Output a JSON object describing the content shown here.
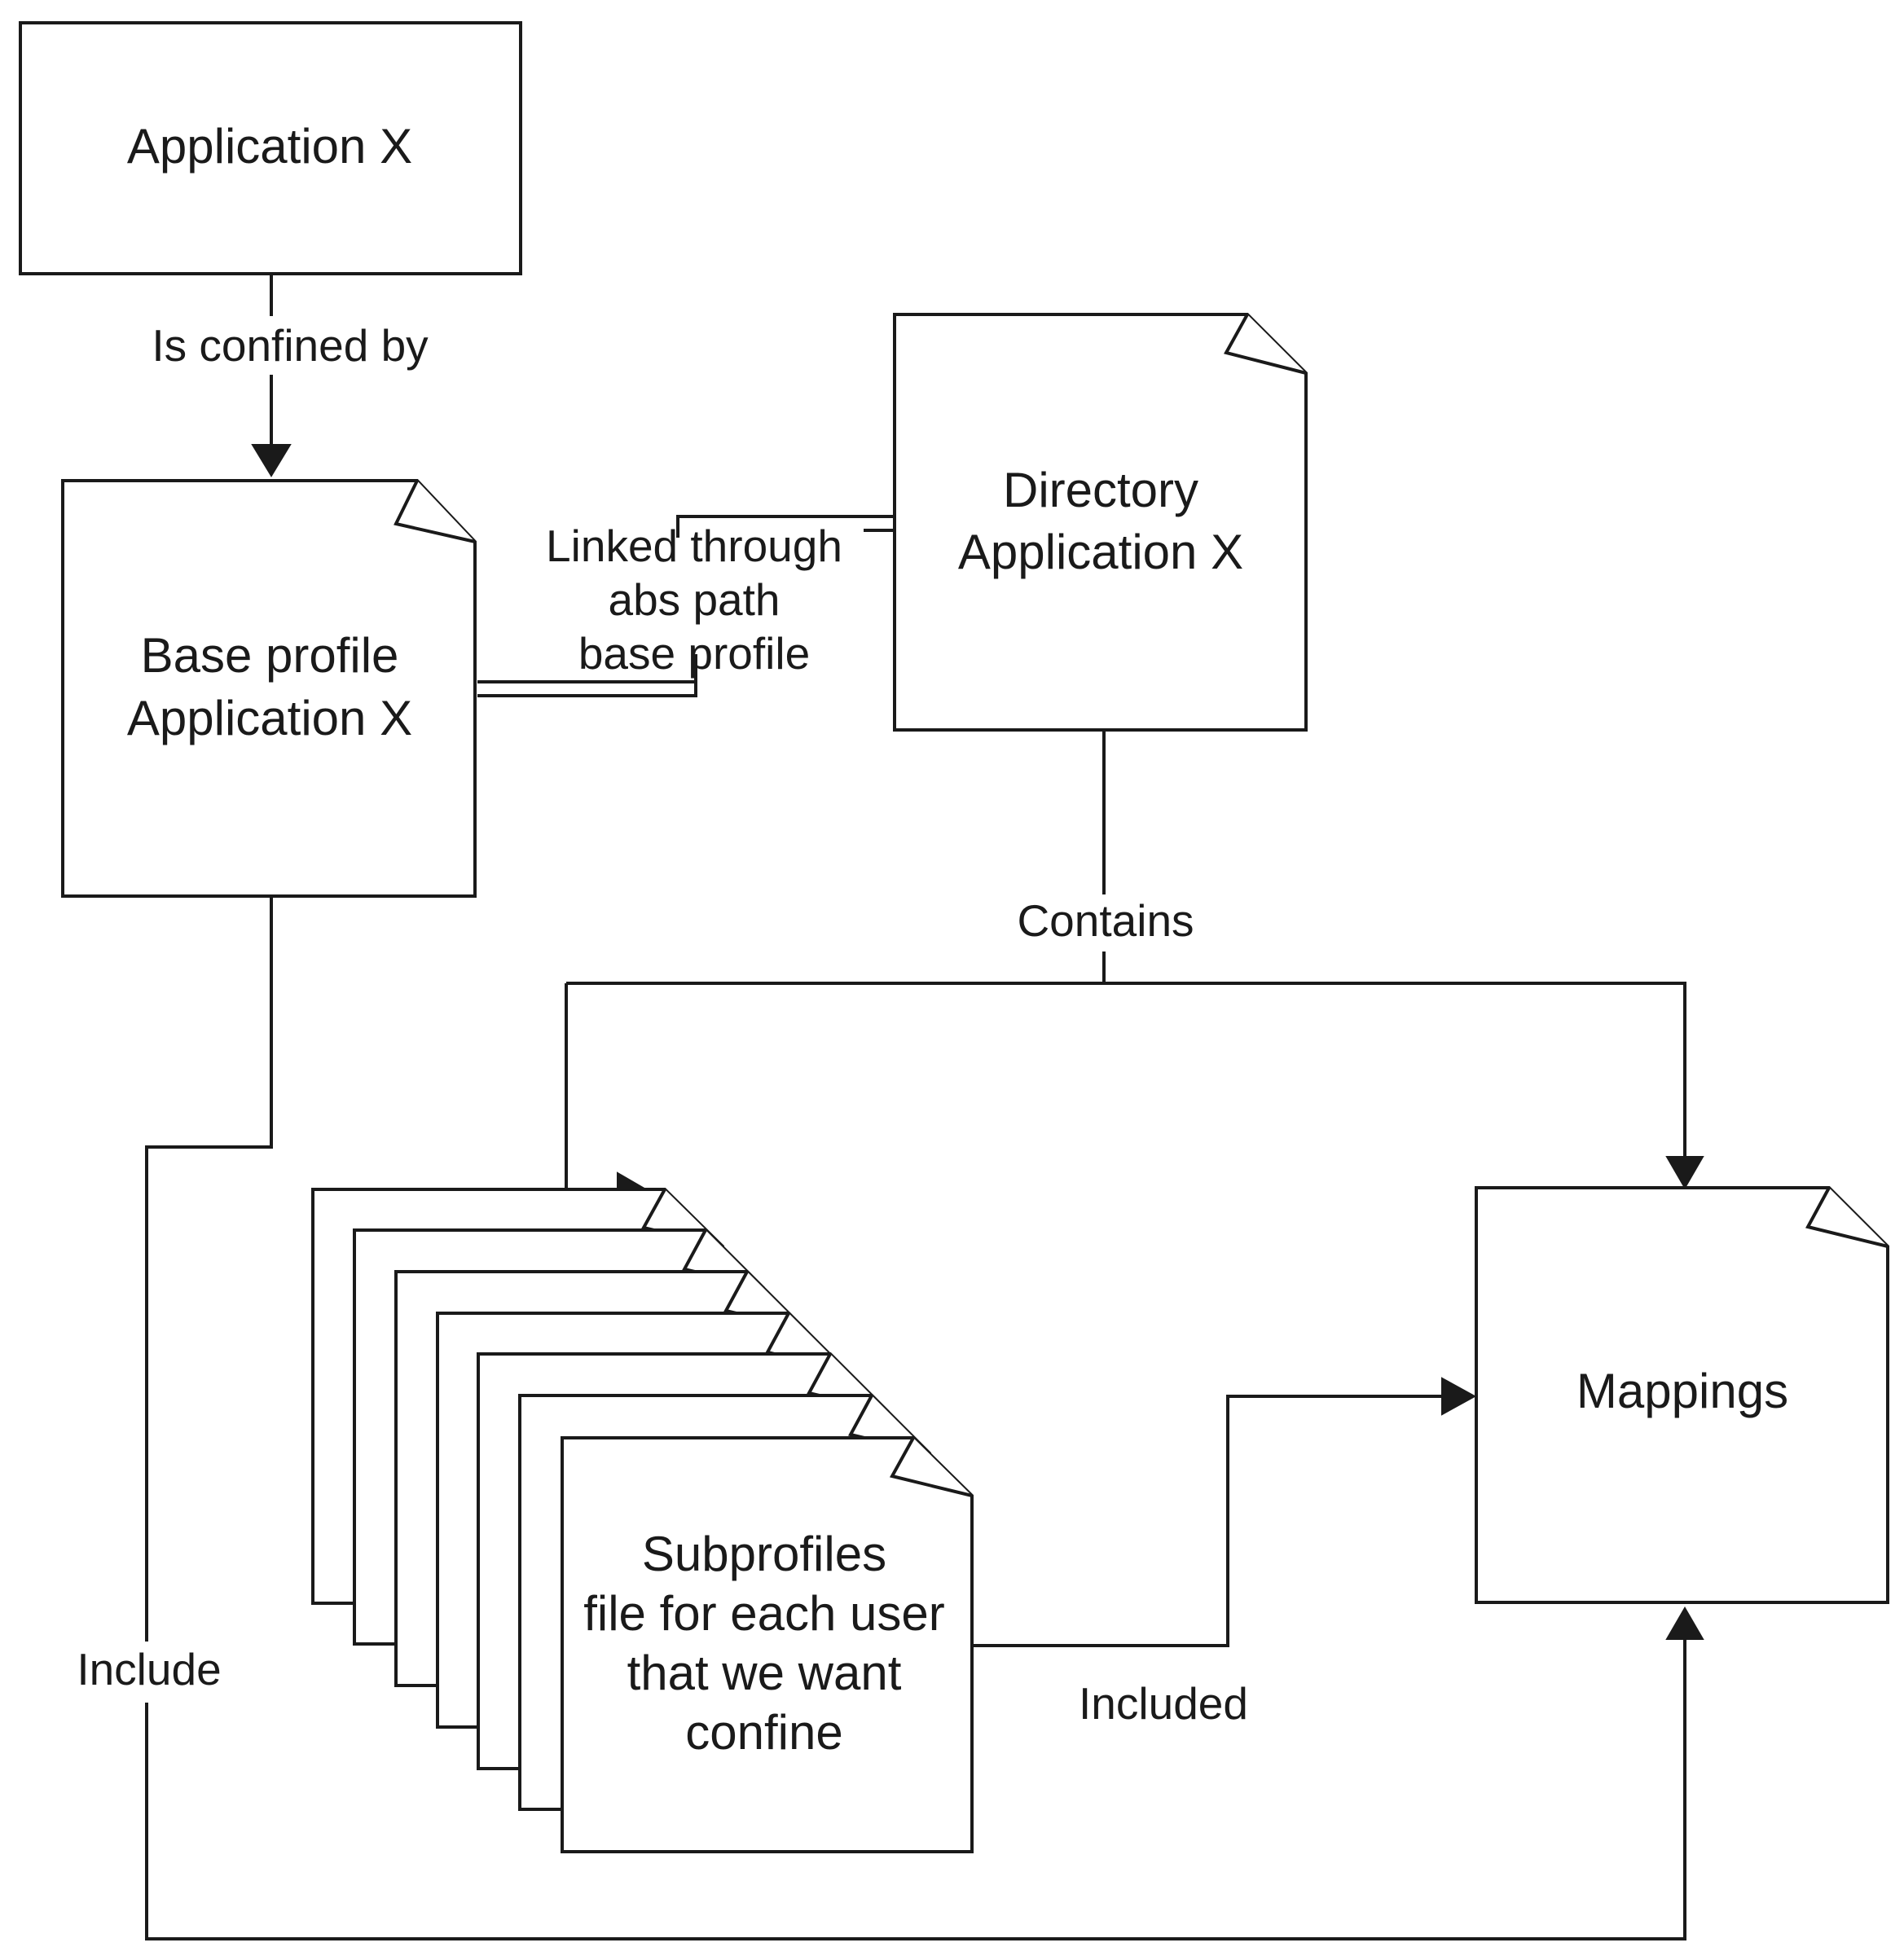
{
  "nodes": {
    "application_x": [
      "Application X"
    ],
    "base_profile": [
      "Base profile",
      "Application X"
    ],
    "directory": [
      "Directory",
      "Application X"
    ],
    "subprofiles": [
      "Subprofiles",
      "file for each user",
      "that we want",
      "confine"
    ],
    "mappings": [
      "Mappings"
    ]
  },
  "edges": {
    "confined_by": [
      "Is confined by"
    ],
    "linked": [
      "Linked through",
      "abs path",
      "base profile"
    ],
    "contains": [
      "Contains"
    ],
    "include": [
      "Include"
    ],
    "included": [
      "Included"
    ]
  }
}
